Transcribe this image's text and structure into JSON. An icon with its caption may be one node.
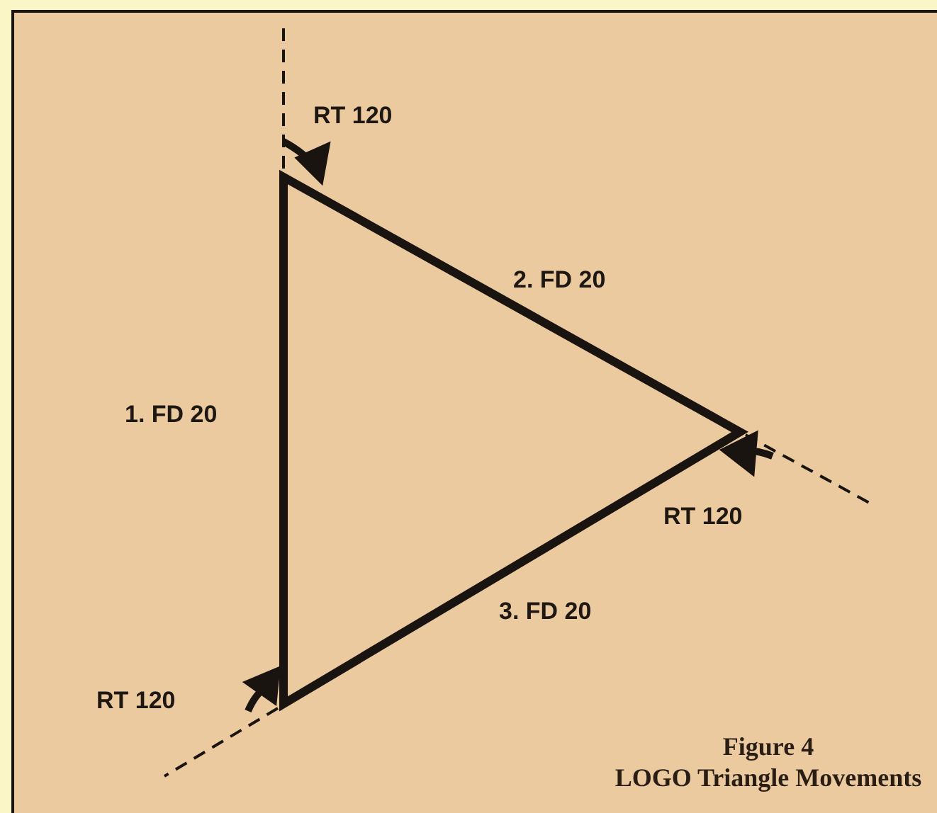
{
  "diagram": {
    "title": "Figure 4",
    "caption": "LOGO Triangle Movements",
    "labels": [
      "RT 120",
      "2. FD 20",
      "1. FD 20",
      "RT 120",
      "3. FD 20",
      "RT 120"
    ]
  }
}
